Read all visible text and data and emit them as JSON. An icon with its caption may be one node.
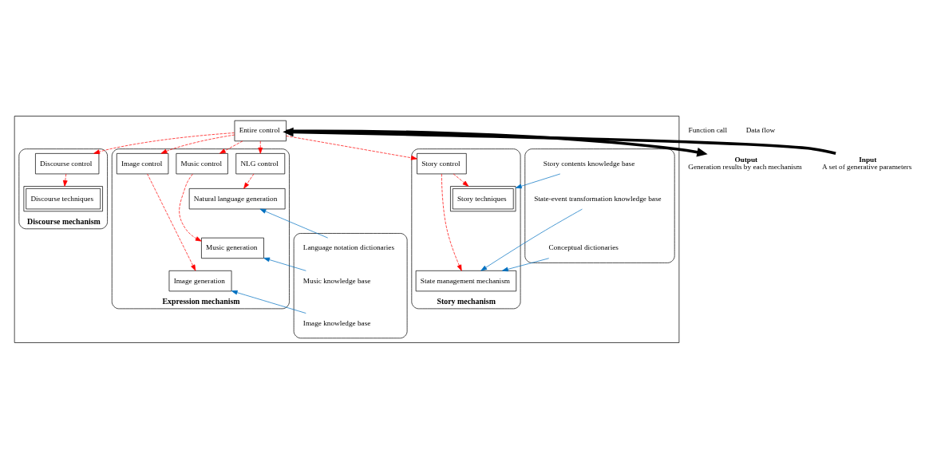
{
  "diagram": {
    "nodes": [
      {
        "text": [],
        "shape": "box"
      },
      {
        "text": [
          "Input",
          "A set of generative parameters"
        ]
      },
      {
        "text": [
          "Output",
          "Generation results by each mechanism"
        ]
      },
      {
        "text": [
          "Entire control"
        ],
        "in": 0
      },
      {
        "text": [],
        "shape": "cylinder",
        "in": 0
      },
      {
        "text": [
          "Story contents knowledge base"
        ],
        "in": 4
      },
      {
        "text": [
          "State-event transformation knowledge base"
        ],
        "in": 4
      },
      {
        "text": [
          "Conceptual dictionaries"
        ],
        "in": 4
      },
      {
        "text": [
          "Story mechanism"
        ],
        "in": 0
      },
      {
        "text": [
          "Story control"
        ],
        "in": 8
      },
      {
        "text": [
          "Story techniques"
        ],
        "in": 8
      },
      {
        "text": [
          "State management mechanism"
        ],
        "in": 8
      },
      {
        "text": [
          "Discourse mechanism"
        ],
        "in": 0
      },
      {
        "text": [
          "Discourse control"
        ],
        "in": 12
      },
      {
        "text": [
          "Discourse techniques"
        ],
        "in": 12
      },
      {
        "text": [
          "Expression mechanism"
        ],
        "in": 0
      },
      {
        "text": [
          "NLG control"
        ],
        "in": 15
      },
      {
        "text": [
          "Music control"
        ],
        "in": 15
      },
      {
        "text": [
          "Image control"
        ],
        "in": 15
      },
      {
        "text": [
          "Natural language generation"
        ],
        "in": 15
      },
      {
        "text": [
          "Music generation"
        ],
        "in": 15
      },
      {
        "text": [
          "Image generation"
        ],
        "in": 15
      },
      {
        "text": [],
        "shape": "cylinder",
        "in": 0
      },
      {
        "text": [
          "Language notation dictionaries"
        ],
        "in": 22
      },
      {
        "text": [
          "Music knowledge base"
        ],
        "in": 22
      },
      {
        "text": [
          "Image knowledge base"
        ],
        "in": 22
      }
    ],
    "edges": [
      {
        "from": 1,
        "to": 3,
        "arrow": "to",
        "style": "thick",
        "color": "#000000"
      },
      {
        "from": 3,
        "to": 2,
        "arrow": "to",
        "style": "thick",
        "color": "#000000"
      },
      {
        "from": 3,
        "to": 9,
        "arrow": "to",
        "style": "dashed",
        "color": "#ff0000"
      },
      {
        "from": 3,
        "to": 13,
        "arrow": "to",
        "style": "dashed",
        "color": "#ff0000"
      },
      {
        "from": 3,
        "to": 16,
        "arrow": "to",
        "style": "dashed",
        "color": "#ff0000"
      },
      {
        "from": 3,
        "to": 17,
        "arrow": "to",
        "style": "dashed",
        "color": "#ff0000"
      },
      {
        "from": 3,
        "to": 18,
        "arrow": "to",
        "style": "dashed",
        "color": "#ff0000"
      },
      {
        "from": 9,
        "to": 10,
        "arrow": "to",
        "style": "dashed",
        "color": "#ff0000"
      },
      {
        "from": 9,
        "to": 11,
        "arrow": "to",
        "style": "dashed",
        "color": "#ff0000"
      },
      {
        "from": 13,
        "to": 14,
        "arrow": "to",
        "style": "dashed",
        "color": "#ff0000"
      },
      {
        "from": 16,
        "to": 19,
        "arrow": "to",
        "style": "dashed",
        "color": "#ff0000"
      },
      {
        "from": 17,
        "to": 20,
        "arrow": "to",
        "style": "dashed",
        "color": "#ff0000"
      },
      {
        "from": 18,
        "to": 21,
        "arrow": "to",
        "style": "dashed",
        "color": "#ff0000"
      },
      {
        "from": 5,
        "to": 10,
        "arrow": "to",
        "color": "#0070c0"
      },
      {
        "from": 6,
        "to": 11,
        "arrow": "to",
        "color": "#0070c0"
      },
      {
        "from": 7,
        "to": 11,
        "arrow": "to",
        "color": "#0070c0"
      },
      {
        "from": 23,
        "to": 19,
        "arrow": "to",
        "color": "#0070c0"
      },
      {
        "from": 24,
        "to": 20,
        "arrow": "to",
        "color": "#0070c0"
      },
      {
        "from": 25,
        "to": 21,
        "arrow": "to",
        "color": "#0070c0"
      }
    ],
    "legend": [
      {
        "text": "Function call"
      },
      {
        "text": "Data flow"
      }
    ]
  }
}
